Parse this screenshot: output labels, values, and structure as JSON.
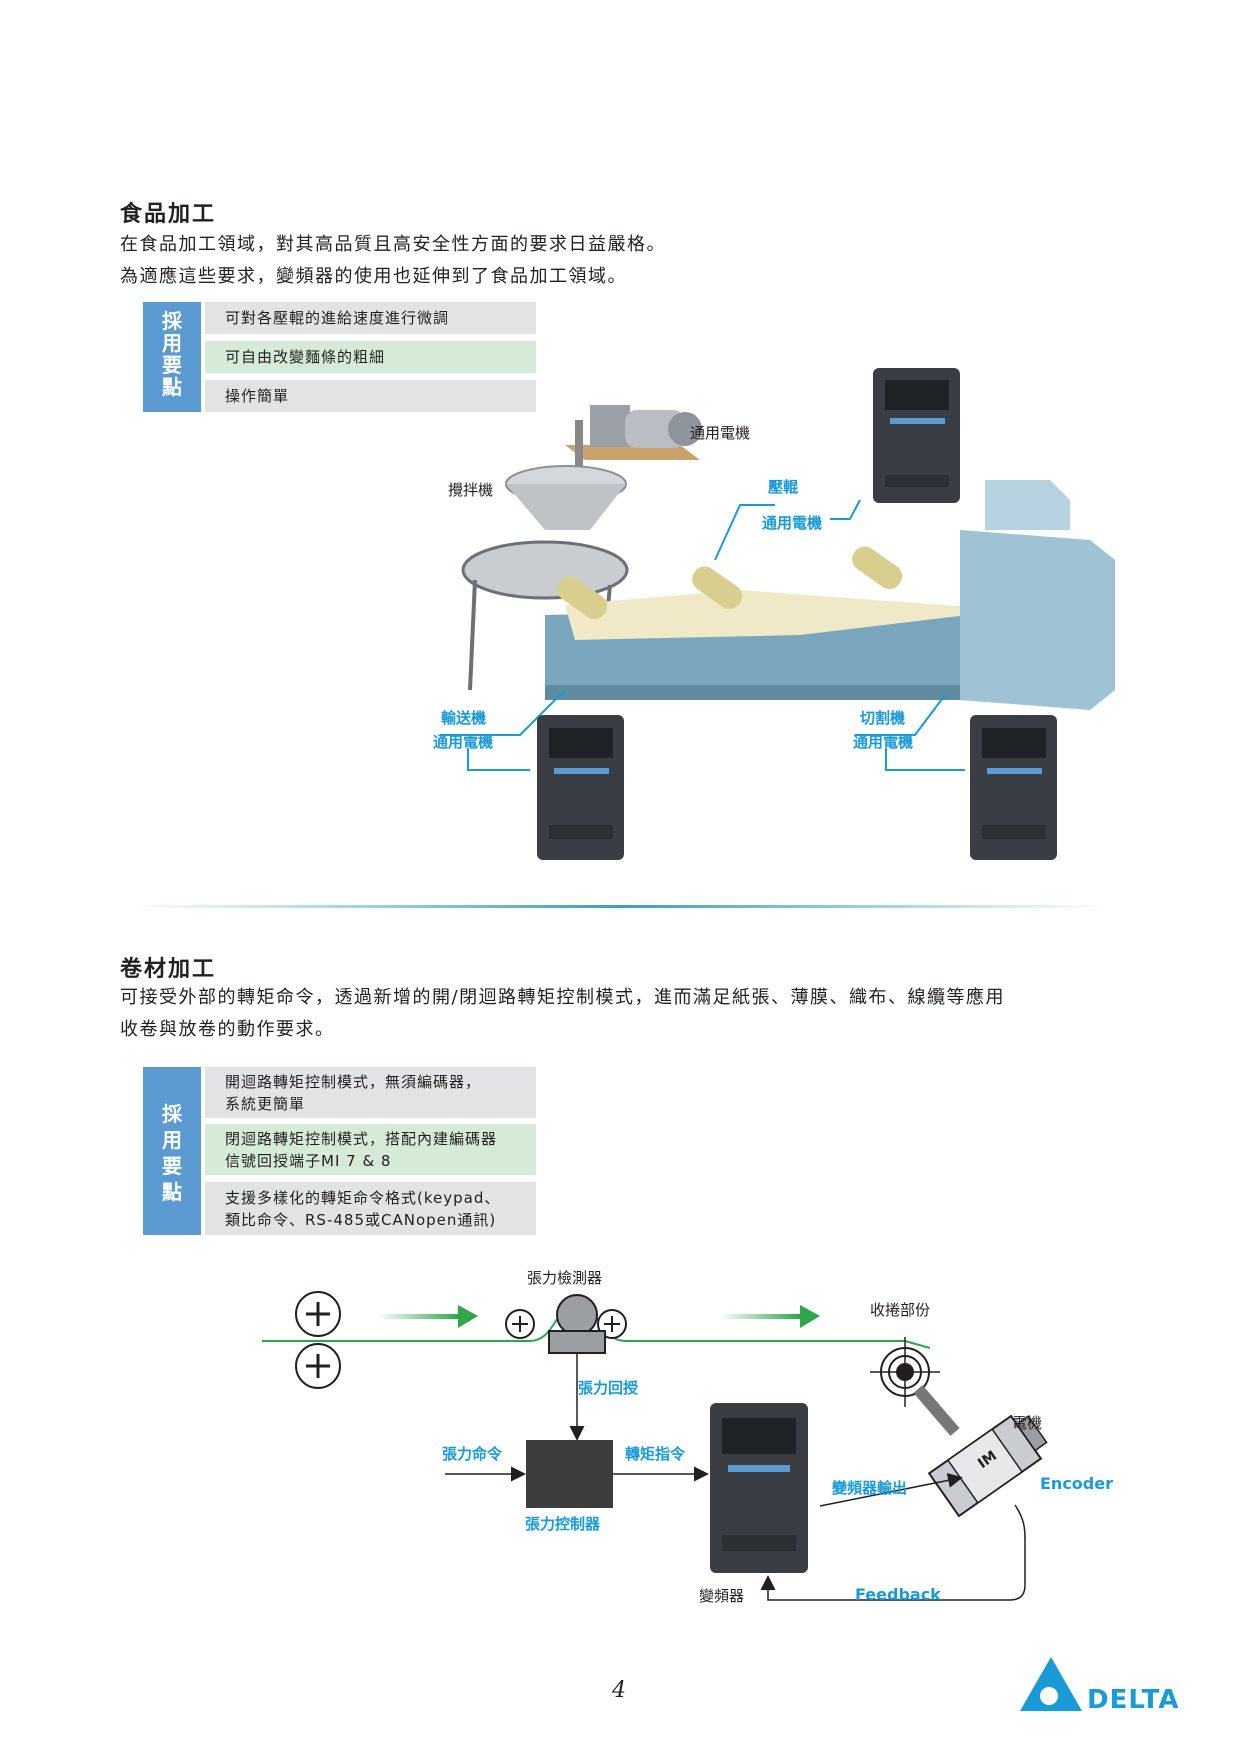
{
  "food": {
    "title": "食品加工",
    "lines": [
      "在食品加工領域，對其高品質且高安全性方面的要求日益嚴格。",
      "為適應這些要求，變頻器的使用也延伸到了食品加工領域。"
    ],
    "tag": [
      "採",
      "用",
      "要",
      "點"
    ],
    "points": [
      "可對各壓輥的進給速度進行微調",
      "可自由改變麵條的粗細",
      "操作簡單"
    ],
    "labels": {
      "mixer_motor": "通用電機",
      "mixer": "攪拌機",
      "roller": "壓輥",
      "roller_motor": "通用電機",
      "conveyor": "輸送機",
      "conveyor_motor": "通用電機",
      "cutter": "切割機",
      "cutter_motor": "通用電機"
    }
  },
  "web": {
    "title": "卷材加工",
    "lines": [
      "可接受外部的轉矩命令，透過新增的開/閉迴路轉矩控制模式，進而滿足紙張、薄膜、織布、線纜等應用",
      "收卷與放卷的動作要求。"
    ],
    "tag": [
      "採",
      "用",
      "要",
      "點"
    ],
    "points": [
      [
        "開迴路轉矩控制模式，無須編碼器，",
        "系統更簡單"
      ],
      [
        "閉迴路轉矩控制模式，搭配內建編碼器",
        "信號回授端子MI 7 & 8"
      ],
      [
        "支援多樣化的轉矩命令格式(keypad、",
        "類比命令、RS-485或CANopen通訊)"
      ]
    ],
    "diagram": {
      "tension_detector": "張力檢測器",
      "winding": "收捲部份",
      "tension_feedback": "張力回授",
      "motor": "電機",
      "tension_command": "張力命令",
      "torque_command": "轉矩指令",
      "inverter_output": "變頻器輸出",
      "encoder": "Encoder",
      "tension_controller": "張力控制器",
      "inverter": "變頻器",
      "feedback": "Feedback",
      "im": "IM"
    }
  },
  "footer": {
    "page": "4",
    "brand": "DELTA"
  },
  "colors": {
    "accent": "#1a9ad6",
    "tag": "#5b9bd1",
    "web_line": "#2ea64c"
  }
}
